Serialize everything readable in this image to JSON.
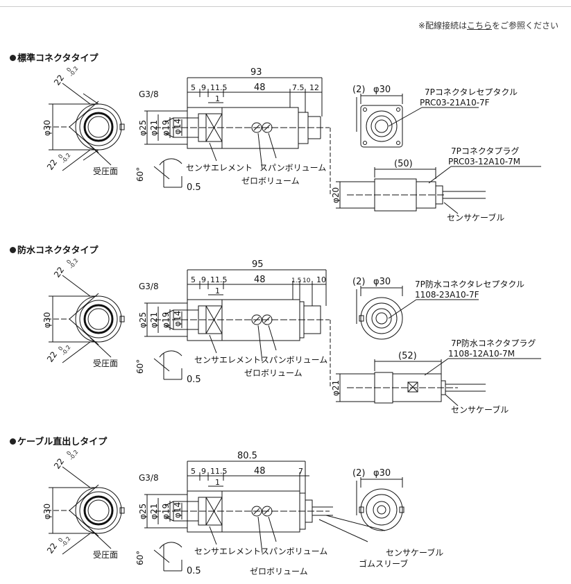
{
  "note": {
    "prefix": "※配線接続は",
    "link": "こちら",
    "suffix": "をご参照ください"
  },
  "sections": [
    {
      "title": "標準コネクタタイプ",
      "overall": "93",
      "seg": [
        "5",
        "9",
        "11.5",
        "48",
        "7.5",
        "12"
      ],
      "one": "1",
      "thread": "G3/8",
      "dias": [
        "φ25",
        "φ21",
        "φ19",
        "φ14"
      ],
      "front": {
        "dia": "φ30",
        "tolTop": "22",
        "tolTopExp": "-0.2",
        "tolTopZero": "0",
        "tolBot": "22",
        "tolBotExp": "-0.2",
        "tolBotZero": "0",
        "pressure": "受圧面"
      },
      "angle": "60°",
      "chamfer": "0.5",
      "labels": {
        "sensor": "センサエレメント",
        "span": "スパンボリューム",
        "zero": "ゼロボリューム"
      },
      "end": {
        "gap": "(2)",
        "dia": "φ30"
      },
      "recept": {
        "name": "7Pコネクタレセプタクル",
        "part": "PRC03-21A10-7F"
      },
      "plug": {
        "name": "7Pコネクタプラグ",
        "part": "PRC03-12A10-7M",
        "len": "(50)",
        "dia": "φ20",
        "cable": "センサケーブル"
      }
    },
    {
      "title": "防水コネクタタイプ",
      "overall": "95",
      "seg": [
        "5",
        "9",
        "11.5",
        "48",
        "1.5",
        "10",
        "10"
      ],
      "one": "1",
      "thread": "G3/8",
      "dias": [
        "φ25",
        "φ21",
        "φ19",
        "φ14"
      ],
      "front": {
        "dia": "φ30",
        "tolTop": "22",
        "tolTopExp": "-0.2",
        "tolTopZero": "0",
        "tolBot": "22",
        "tolBotExp": "-0.2",
        "tolBotZero": "0",
        "pressure": "受圧面"
      },
      "angle": "60°",
      "chamfer": "0.5",
      "labels": {
        "sensor": "センサエレメント",
        "span": "スパンボリューム",
        "zero": "ゼロボリューム"
      },
      "end": {
        "gap": "(2)",
        "dia": "φ30"
      },
      "recept": {
        "name": "7P防水コネクタレセプタクル",
        "part": "1108-23A10-7F"
      },
      "plug": {
        "name": "7P防水コネクタプラグ",
        "part": "1108-12A10-7M",
        "len": "(52)",
        "dia": "φ21",
        "cable": "センサケーブル"
      }
    },
    {
      "title": "ケーブル直出しタイプ",
      "overall": "80.5",
      "seg": [
        "5",
        "9",
        "11.5",
        "48",
        "7"
      ],
      "one": "1",
      "thread": "G3/8",
      "dias": [
        "φ25",
        "φ21",
        "φ19",
        "φ14"
      ],
      "front": {
        "dia": "φ30",
        "tolTop": "22",
        "tolTopExp": "-0.2",
        "tolTopZero": "0",
        "tolBot": "22",
        "tolBotExp": "-0.2",
        "tolBotZero": "0",
        "pressure": "受圧面"
      },
      "angle": "60°",
      "chamfer": "0.5",
      "labels": {
        "sensor": "センサエレメント",
        "span": "スパンボリューム",
        "zero": "ゼロボリューム"
      },
      "end": {
        "gap": "(2)",
        "dia": "φ30"
      },
      "cable": {
        "cable": "センサケーブル",
        "sleeve": "ゴムスリーブ"
      }
    }
  ]
}
